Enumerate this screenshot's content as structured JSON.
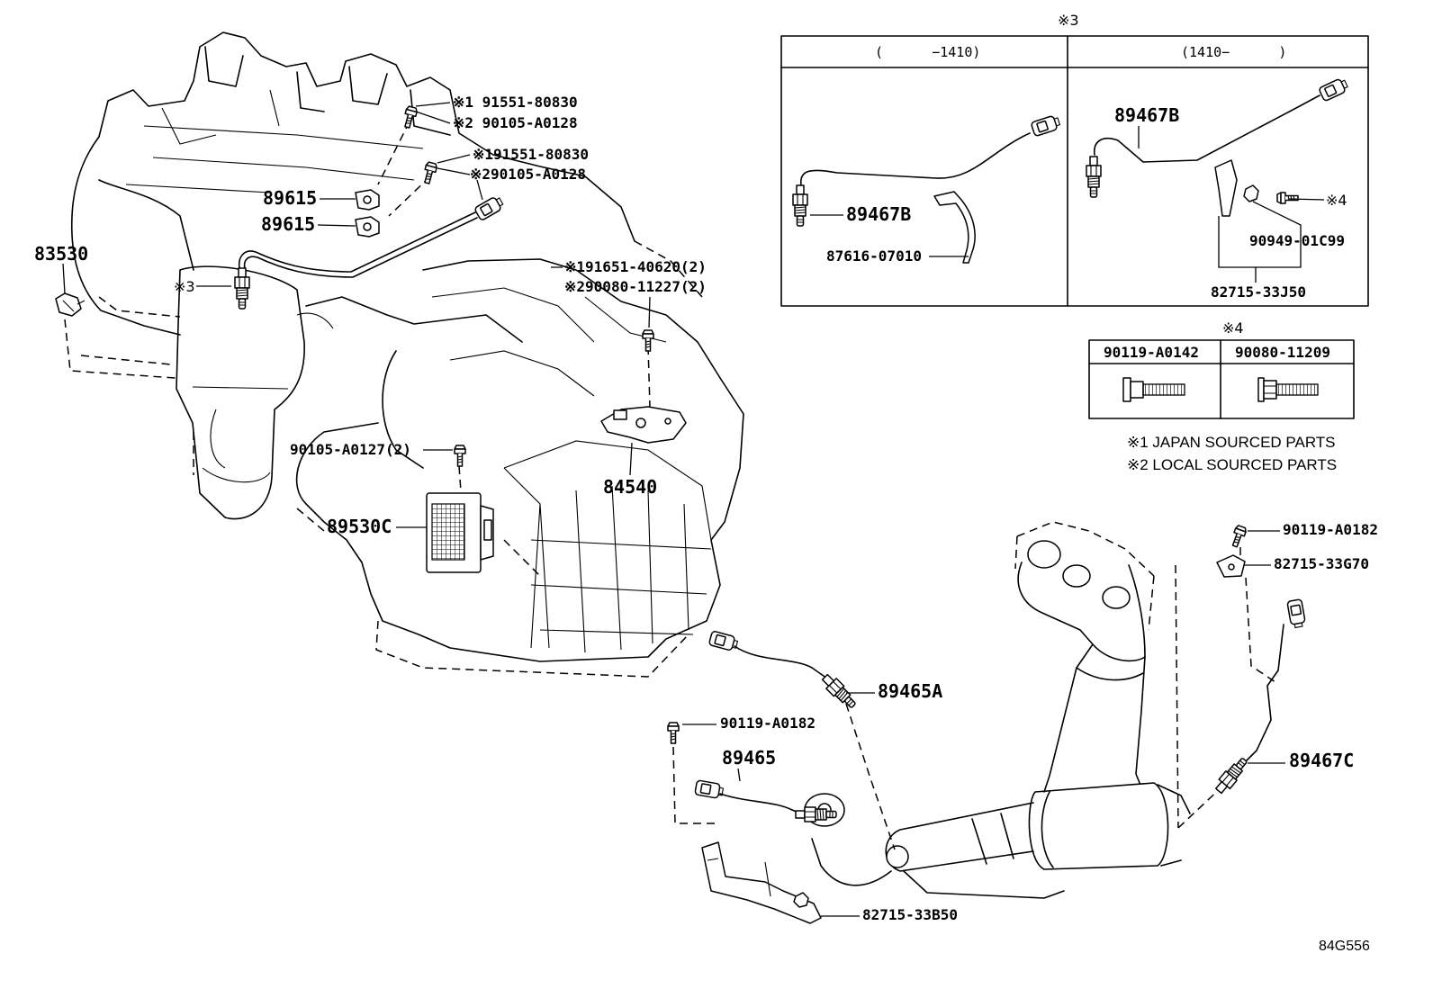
{
  "note_box": {
    "mark": "※3",
    "left": {
      "header": "(      −1410)",
      "sensor": "89467B",
      "clamp": "87616-07010"
    },
    "right": {
      "header": "(1410−      )",
      "sensor": "89467B",
      "bolt_mark": "※4",
      "nut": "90949-01C99",
      "bracket": "82715-33J50"
    }
  },
  "bolt_table": {
    "mark": "※4",
    "columns": [
      "90119-A0142",
      "90080-11209"
    ]
  },
  "legend": {
    "japan": "※1 JAPAN SOURCED PARTS",
    "local": "※2 LOCAL SOURCED PARTS"
  },
  "engine": {
    "bolt_a_japan": "※1 91551-80830",
    "bolt_a_local": "※2 90105-A0128",
    "bolt_b_japan": "※191551-80830",
    "bolt_b_local": "※290105-A0128",
    "knock_sensor_1": "89615",
    "knock_sensor_2": "89615",
    "oil_pressure_switch": "83530",
    "o2_sensor_mark": "※3",
    "bolt_c_japan": "※191651-40620(2)",
    "bolt_c_local": "※290080-11227(2)",
    "ecu_bolt": "90105-A0127(2)",
    "ecu": "89530C",
    "neutral_switch": "84540"
  },
  "exhaust": {
    "bolt_upper": "90119-A0182",
    "bracket_upper": "82715-33G70",
    "rear_sensor": "89467C",
    "sensor_a": "89465A",
    "bolt_lower": "90119-A0182",
    "sensor": "89465",
    "bracket_lower": "82715-33B50"
  },
  "diagram_code": "84G556"
}
